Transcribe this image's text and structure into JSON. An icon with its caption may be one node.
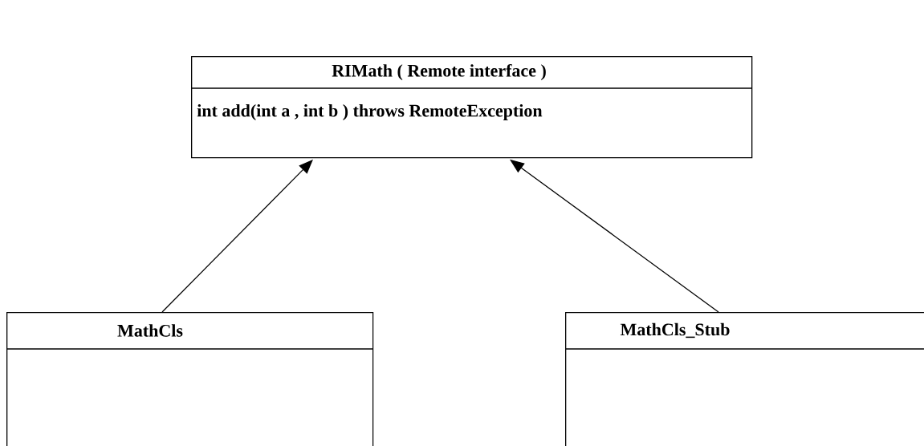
{
  "diagram": {
    "nodes": [
      {
        "text": [
          "RIMath ( Remote interface )",
          "int add(int a , int b ) throws RemoteException"
        ]
      },
      {
        "text": [
          "MathCls"
        ]
      },
      {
        "text": [
          "MathCls_Stub"
        ]
      }
    ],
    "edges": [
      {
        "from": 1,
        "to": 0,
        "arrow": "to"
      },
      {
        "from": 2,
        "to": 0,
        "arrow": "to"
      }
    ]
  }
}
